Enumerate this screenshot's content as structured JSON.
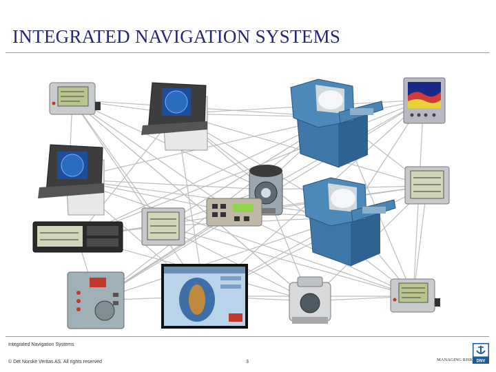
{
  "slide": {
    "title": "INTEGRATED NAVIGATION SYSTEMS",
    "footer_title": "Integrated Navigation Systems",
    "copyright": "© Det Norske Veritas AS. All rights reserved",
    "page_number": "3",
    "tagline": "MANAGING RISK",
    "logo_text": "DNV"
  },
  "colors": {
    "title": "#24247a",
    "link_lines": "#bdbdbd",
    "console_blue": "#3f78a8",
    "logo_blue": "#1d5a9e"
  },
  "devices": [
    {
      "id": "control-panel-top-left",
      "icon": "control-panel-icon"
    },
    {
      "id": "radar-console-top",
      "icon": "radar-console-icon"
    },
    {
      "id": "ecdis-workstation-top",
      "icon": "ecdis-workstation-icon"
    },
    {
      "id": "echo-sounder-display",
      "icon": "echo-sounder-icon"
    },
    {
      "id": "radar-console-left",
      "icon": "radar-console-icon"
    },
    {
      "id": "gyro-compass",
      "icon": "gyro-compass-icon"
    },
    {
      "id": "lcd-display-right",
      "icon": "lcd-display-icon"
    },
    {
      "id": "keypad-unit",
      "icon": "keypad-icon"
    },
    {
      "id": "ecdis-workstation-middle",
      "icon": "ecdis-workstation-icon"
    },
    {
      "id": "lcd-display-center",
      "icon": "lcd-display-icon"
    },
    {
      "id": "wide-display-bar",
      "icon": "wide-display-icon"
    },
    {
      "id": "steering-control-panel",
      "icon": "steering-panel-icon"
    },
    {
      "id": "conning-display",
      "icon": "conning-display-icon"
    },
    {
      "id": "autopilot-unit",
      "icon": "autopilot-icon"
    },
    {
      "id": "control-panel-bottom-right",
      "icon": "control-panel-icon"
    }
  ]
}
